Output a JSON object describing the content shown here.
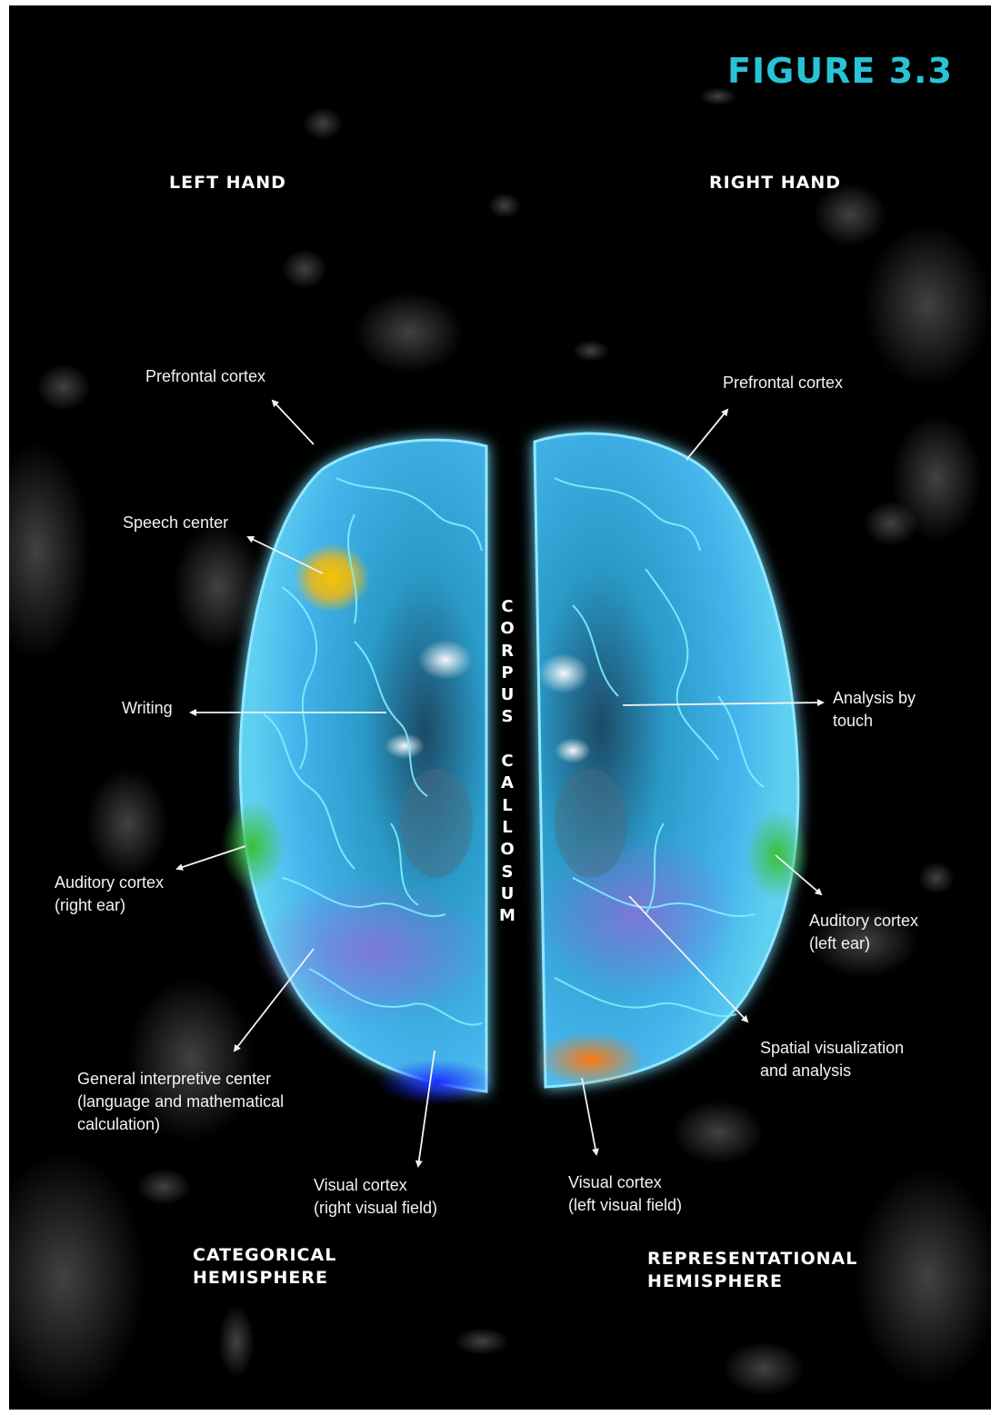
{
  "figure_title": "FIGURE 3.3",
  "hands": {
    "left": "LEFT HAND",
    "right": "RIGHT HAND"
  },
  "labels": {
    "prefrontal_left": "Prefrontal cortex",
    "prefrontal_right": "Prefrontal cortex",
    "speech_center": "Speech center",
    "writing": "Writing",
    "analysis_touch": [
      "Analysis by",
      "touch"
    ],
    "auditory_left": [
      "Auditory cortex",
      "(right ear)"
    ],
    "auditory_right": [
      "Auditory cortex",
      "(left ear)"
    ],
    "general_interpretive": [
      "General interpretive center",
      "(language and mathematical",
      "calculation)"
    ],
    "spatial": [
      "Spatial visualization",
      "and analysis"
    ],
    "visual_right_field": [
      "Visual cortex",
      "(right visual field)"
    ],
    "visual_left_field": [
      "Visual cortex",
      "(left visual field)"
    ]
  },
  "corpus_callosum": [
    "C",
    "O",
    "R",
    "P",
    "U",
    "S",
    "",
    "C",
    "A",
    "L",
    "L",
    "O",
    "S",
    "U",
    "M"
  ],
  "hemispheres": {
    "categorical": [
      "CATEGORICAL",
      "HEMISPHERE"
    ],
    "representational": [
      "REPRESENTATIONAL",
      "HEMISPHERE"
    ]
  },
  "colors": {
    "title": "#29c3d6",
    "brain_cyan": "#5fd0f0",
    "speech_yellow": "#f0c020",
    "auditory_green": "#3bbf3b",
    "visual_blue": "#1a2cff",
    "visual_orange": "#ff7a10",
    "spatial_violet": "#8a70d8"
  }
}
